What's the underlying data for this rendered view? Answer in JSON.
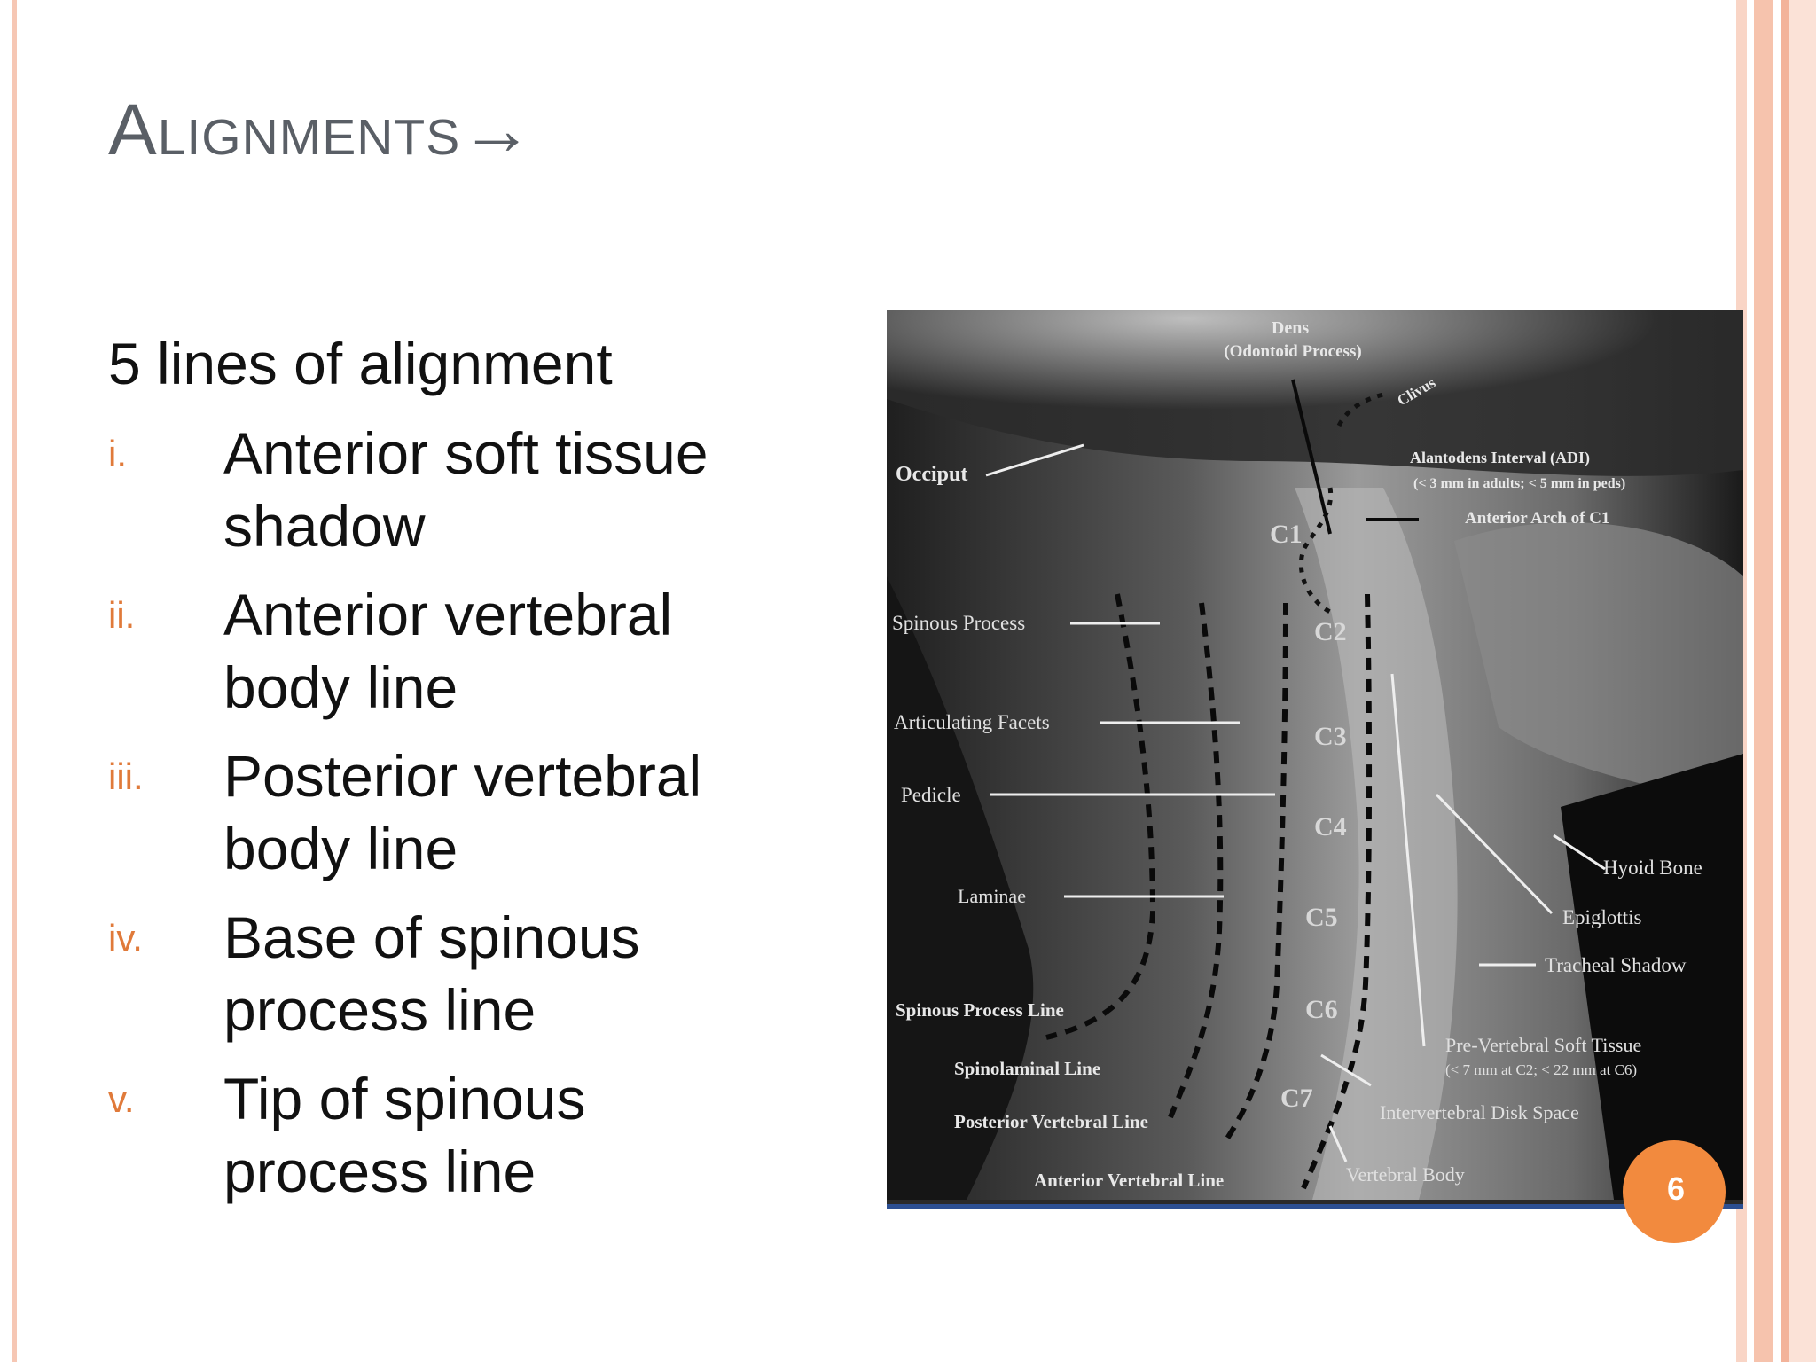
{
  "slide": {
    "title": "Alignments→",
    "intro": "5 lines of alignment",
    "items": [
      {
        "num": "i.",
        "text": "Anterior soft tissue shadow"
      },
      {
        "num": "ii.",
        "text": "Anterior vertebral body line"
      },
      {
        "num": "iii.",
        "text": "Posterior vertebral body line"
      },
      {
        "num": "iv.",
        "text": "Base of spinous process line"
      },
      {
        "num": "v.",
        "text": "Tip of spinous process line"
      }
    ],
    "page_number": "6"
  },
  "figure": {
    "labels": {
      "dens": "Dens",
      "odontoid": "(Odontoid Process)",
      "clivus": "Clivus",
      "occiput": "Occiput",
      "adi": "Alantodens Interval (ADI)",
      "adi_note": "(< 3 mm in adults; < 5 mm in peds)",
      "anterior_arch": "Anterior Arch of C1",
      "spinous_process": "Spinous Process",
      "articulating_facets": "Articulating Facets",
      "pedicle": "Pedicle",
      "laminae": "Laminae",
      "spinous_process_line": "Spinous Process Line",
      "spinolaminal_line": "Spinolaminal Line",
      "posterior_vertebral_line": "Posterior Vertebral Line",
      "anterior_vertebral_line": "Anterior Vertebral Line",
      "hyoid_bone": "Hyoid Bone",
      "epiglottis": "Epiglottis",
      "tracheal_shadow": "Tracheal Shadow",
      "prevertebral": "Pre-Vertebral Soft Tissue",
      "prevertebral_note": "(< 7 mm at C2; < 22 mm at C6)",
      "intervertebral": "Intervertebral Disk Space",
      "vertebral_body": "Vertebral Body"
    },
    "vertebrae": [
      "C1",
      "C2",
      "C3",
      "C4",
      "C5",
      "C6",
      "C7"
    ]
  }
}
